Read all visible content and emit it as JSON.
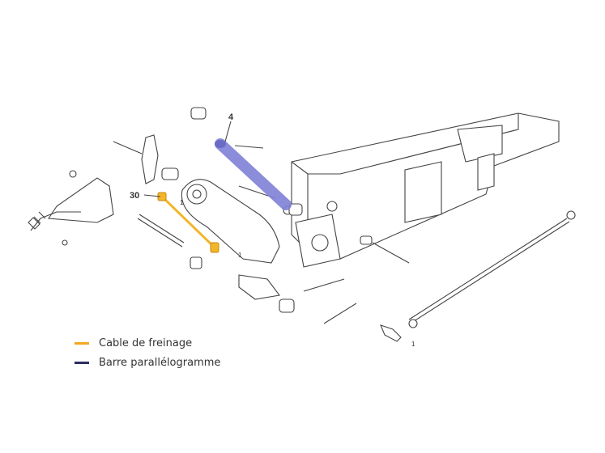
{
  "callouts": {
    "bar": "4",
    "cable": "30",
    "qty": "1"
  },
  "legend": [
    {
      "label": "Cable de freinage",
      "color": "#f5a623"
    },
    {
      "label": "Barre parallélogramme",
      "color": "#2b2e62"
    }
  ],
  "colors": {
    "bar_highlight": "#7f80d6",
    "cable_highlight": "#f2b628"
  }
}
